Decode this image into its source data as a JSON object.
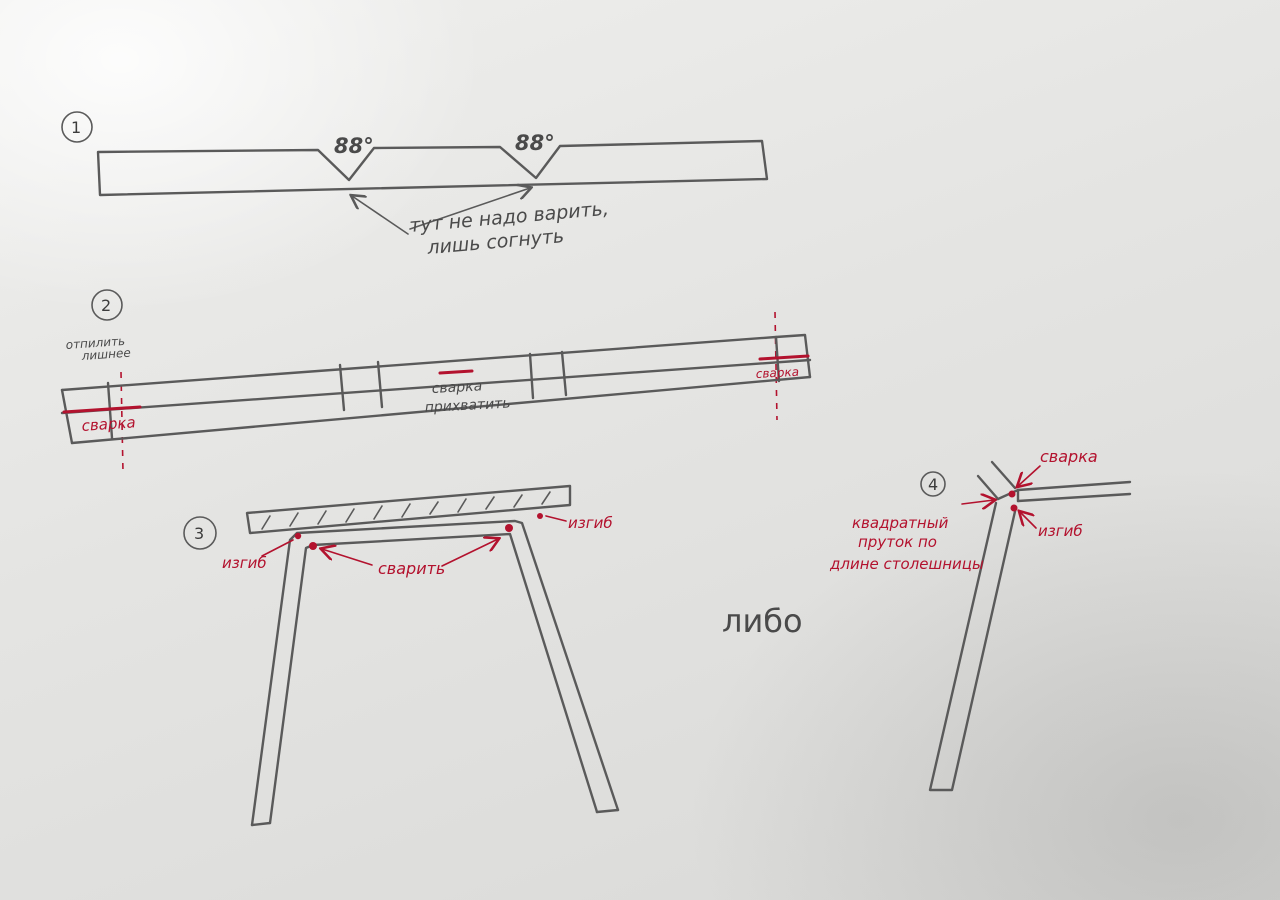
{
  "sheet": {
    "fig1": {
      "number": "1",
      "angle_left": "88°",
      "angle_right": "88°",
      "note_line1": "тут не надо варить,",
      "note_line2": "лишь согнуть"
    },
    "fig2": {
      "number": "2",
      "cut_line1": "отпилить",
      "cut_line2": "лишнее",
      "weld_left": "сварка",
      "weld_middle_line1": "сварка",
      "weld_middle_line2": "прихватить",
      "weld_right": "сварка"
    },
    "fig3": {
      "number": "3",
      "bend_left": "изгиб",
      "weld": "сварить",
      "bend_right": "изгиб"
    },
    "or_label": "либо",
    "fig4": {
      "number": "4",
      "weld": "сварка",
      "rod_line1": "квадратный",
      "rod_line2": "пруток по",
      "rod_line3": "длине столешницы",
      "bend": "изгиб"
    }
  },
  "colors": {
    "pencil": "#5a5a5a",
    "red": "#b3122e"
  }
}
